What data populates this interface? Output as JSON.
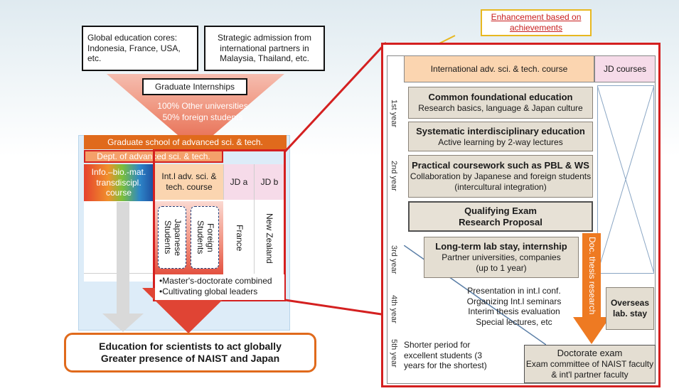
{
  "top": {
    "global_cores": "Global education cores: Indonesia, France, USA, etc.",
    "strategic_admission": "Strategic admission from international partners in Malaysia, Thailand, etc.",
    "graduate_internships": "Graduate Internships",
    "funnel_line1": "100% Other universities",
    "funnel_line2": "50% foreign students"
  },
  "left": {
    "school_banner": "Graduate school of advanced sci. & tech.",
    "dept_banner": "Dept. of advanced sci. & tech.",
    "info_course": "Info.–bio.-mat. transdiscipl. course",
    "intl_course": "Int.l adv. sci. & tech. course",
    "jd_a": "JD a",
    "jd_b": "JD b",
    "japanese_students": "Japanese Students",
    "foreign_students": "Foreign Students",
    "france": "France",
    "new_zealand": "New Zealand",
    "bullet1": "Master's-doctorate combined",
    "bullet2": "Cultivating global leaders",
    "outcome_line1": "Education for scientists to act globally",
    "outcome_line2": "Greater presence of NAIST and Japan"
  },
  "right": {
    "enhancement": "Enhancement based on achievements",
    "intl_header": "International adv. sci. & tech. course",
    "jd_courses": "JD courses",
    "years": [
      "1st year",
      "2nd year",
      "3rd year",
      "4th year",
      "5th year"
    ],
    "common_title": "Common foundational education",
    "common_sub": "Research basics, language & Japan culture",
    "systematic_title": "Systematic interdisciplinary education",
    "systematic_sub": "Active learning by 2-way lectures",
    "practical_title": "Practical coursework such as PBL & WS",
    "practical_sub1": "Collaboration by Japanese and foreign students",
    "practical_sub2": "(intercultural integration)",
    "qualifying_title": "Qualifying Exam",
    "qualifying_sub": "Research Proposal",
    "longterm_title": "Long-term lab stay, internship",
    "longterm_sub1": "Partner universities, companies",
    "longterm_sub2": "(up to 1 year)",
    "doc_research": "Doc. thesis research",
    "activities": [
      "Presentation in int.l conf.",
      "Organizing Int.l seminars",
      "Interim thesis evaluation",
      "Special lectures, etc"
    ],
    "overseas": "Overseas lab. stay",
    "shorter": "Shorter period for excellent students (3 years for the shortest)",
    "doctorate_title": "Doctorate exam",
    "doctorate_sub": "Exam committee of NAIST faculty & int'l partner faculty"
  },
  "colors": {
    "orange": "#e06a1c",
    "red_frame": "#d42020",
    "peach": "#fbd5b0",
    "gold_frame": "#e8b820"
  }
}
